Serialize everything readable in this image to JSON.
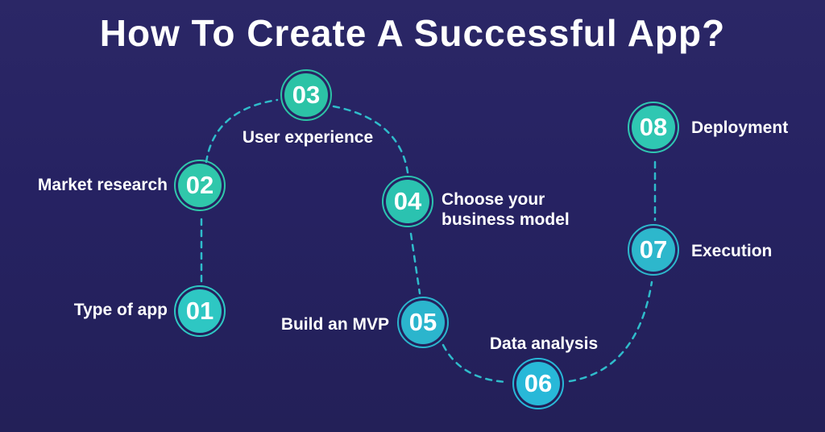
{
  "title": "How To Create A Successful App?",
  "colors": {
    "background": "#262262",
    "line": "#2fbccb",
    "text": "#ffffff"
  },
  "steps": [
    {
      "number": "01",
      "label": "Type of app",
      "color": "#2ec7c3"
    },
    {
      "number": "02",
      "label": "Market research",
      "color": "#30c7ab"
    },
    {
      "number": "03",
      "label": "User experience",
      "color": "#2cc3a6"
    },
    {
      "number": "04",
      "label": "Choose your business model",
      "color": "#2bc2b0"
    },
    {
      "number": "05",
      "label": "Build an MVP",
      "color": "#2bb5cd"
    },
    {
      "number": "06",
      "label": "Data analysis",
      "color": "#28b8d8"
    },
    {
      "number": "07",
      "label": "Execution",
      "color": "#2db7cc"
    },
    {
      "number": "08",
      "label": "Deployment",
      "color": "#2fc7b2"
    }
  ]
}
